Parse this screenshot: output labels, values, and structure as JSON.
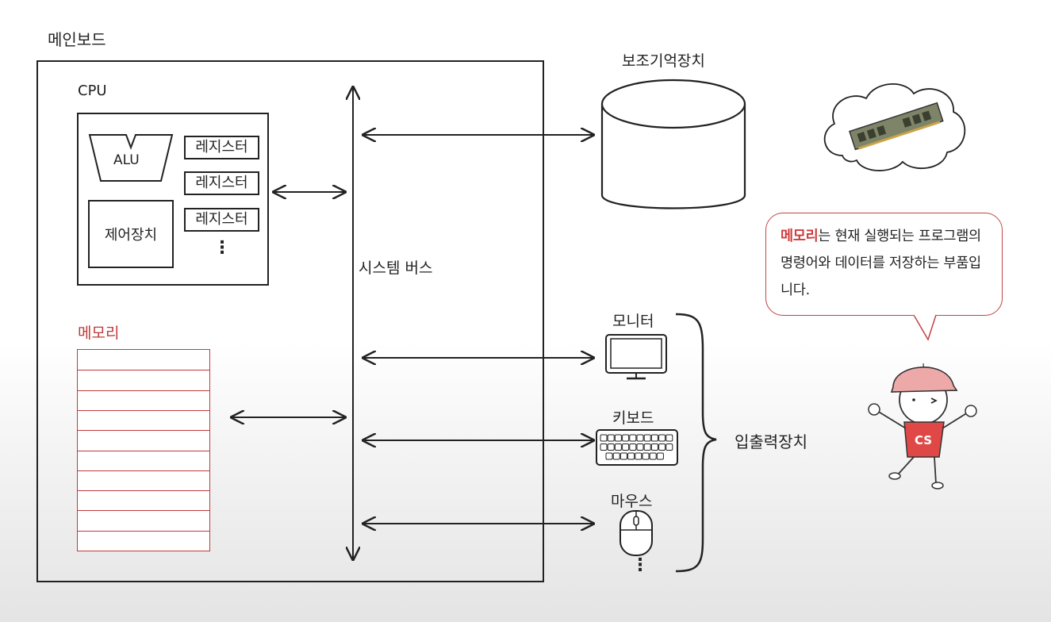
{
  "mainboard": {
    "title": "메인보드",
    "cpu": {
      "title": "CPU",
      "alu": "ALU",
      "control_unit": "제어장치",
      "registers": [
        "레지스터",
        "레지스터",
        "레지스터"
      ],
      "more": "⋮"
    },
    "memory": {
      "title": "메모리",
      "row_count": 10,
      "color": "#c0393b"
    },
    "bus": {
      "label": "시스템 버스"
    }
  },
  "storage": {
    "label": "보조기억장치"
  },
  "io": {
    "group_label": "입출력장치",
    "devices": [
      {
        "label": "모니터",
        "icon": "monitor-icon"
      },
      {
        "label": "키보드",
        "icon": "keyboard-icon"
      },
      {
        "label": "마우스",
        "icon": "mouse-icon"
      }
    ],
    "more": "⋮"
  },
  "speech": {
    "highlight": "메모리",
    "text": "는 현재 실행되는 프로그램의 명령어와 데이터를 저장하는 부품입니다.",
    "highlight_color": "#d03a3a"
  },
  "mascot": {
    "shirt_text": "CS",
    "color": "#e04848"
  }
}
